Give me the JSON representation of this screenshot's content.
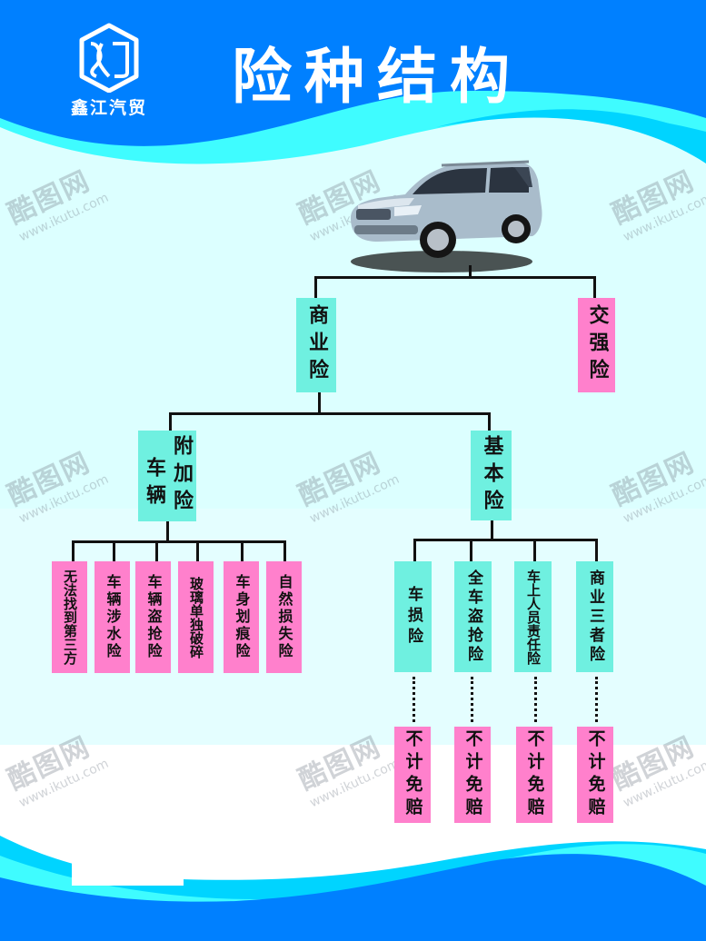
{
  "header": {
    "title": "险种结构",
    "brand_name": "鑫江汽贸",
    "logo_glyph": "XJ hexagon logo"
  },
  "watermark": {
    "brand": "酷图网",
    "url": "www.ikutu.com"
  },
  "colors": {
    "primary_blue": "#0080ff",
    "wave_cyan": "#3ffcff",
    "wave_dark_cyan": "#00d4ff",
    "background_pale": "#dcffff",
    "node_cyan": "#6ff0e0",
    "node_pink": "#ff80cc",
    "connector": "#111111"
  },
  "diagram": {
    "root": {
      "label": "汽车 (SUV image)",
      "icon": "car-image"
    },
    "level1": [
      {
        "id": "commercial",
        "label": "商业险",
        "color": "cyan"
      },
      {
        "id": "compulsory",
        "label": "交强险",
        "color": "pink"
      }
    ],
    "level2": [
      {
        "id": "vehicle_addon",
        "label_col1": "车辆",
        "label_col2": "附加险",
        "label": "车辆附加险",
        "color": "cyan",
        "parent": "commercial"
      },
      {
        "id": "basic",
        "label": "基本险",
        "color": "cyan",
        "parent": "commercial"
      }
    ],
    "addon_items": [
      {
        "label": "无法找到第三方",
        "color": "pink"
      },
      {
        "label": "车辆涉水险",
        "color": "pink"
      },
      {
        "label": "车辆盗抢险",
        "color": "pink"
      },
      {
        "label": "玻璃单独破碎",
        "color": "pink"
      },
      {
        "label": "车身划痕险",
        "color": "pink"
      },
      {
        "label": "自然损失险",
        "color": "pink"
      }
    ],
    "basic_items": [
      {
        "label": "车损险",
        "color": "cyan",
        "rider": "不计免赔"
      },
      {
        "label": "全车盗抢险",
        "color": "cyan",
        "rider": "不计免赔"
      },
      {
        "label": "车上人员责任险",
        "color": "cyan",
        "rider": "不计免赔"
      },
      {
        "label": "商业三者险",
        "color": "cyan",
        "rider": "不计免赔"
      }
    ]
  }
}
